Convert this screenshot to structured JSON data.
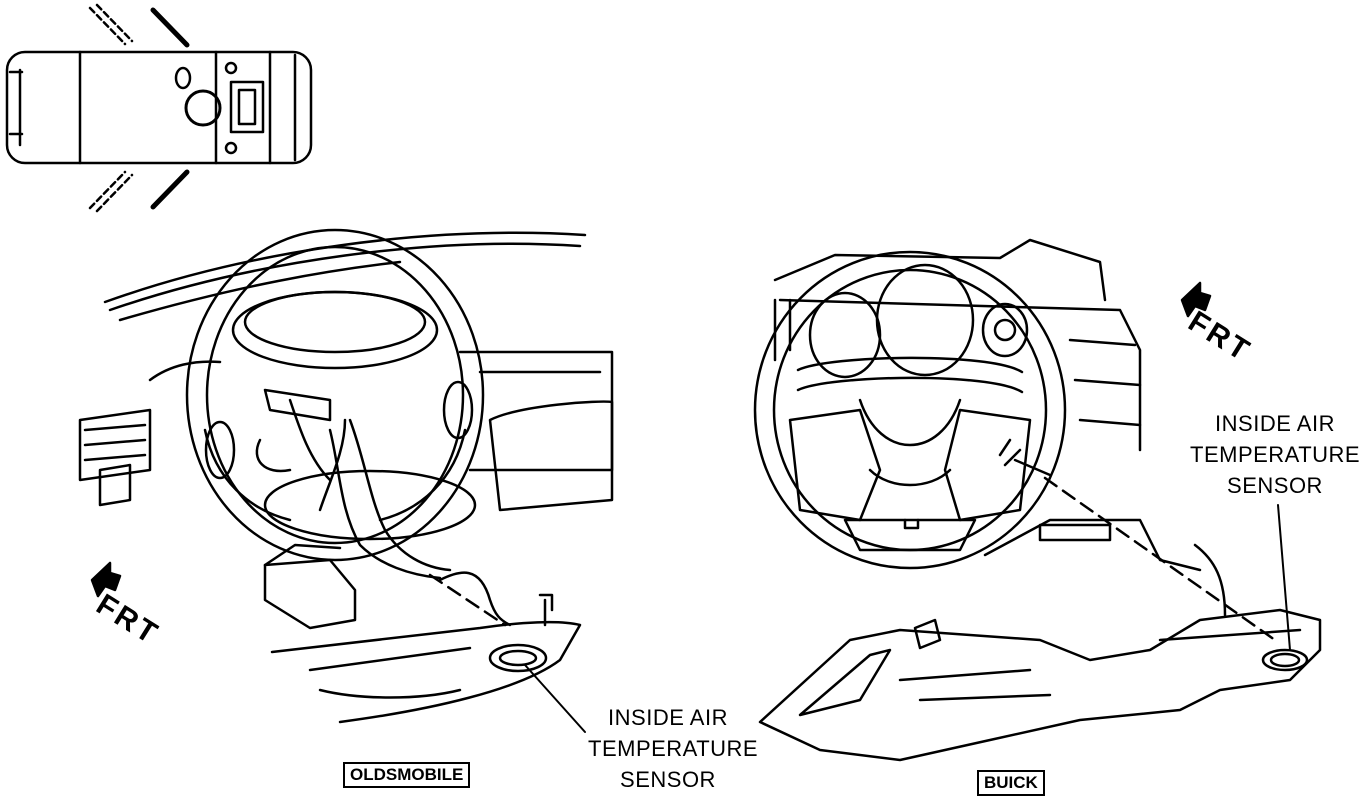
{
  "labels": {
    "left_callout": [
      "INSIDE AIR",
      "TEMPERATURE",
      "SENSOR"
    ],
    "right_callout": [
      "INSIDE AIR",
      "TEMPERATURE",
      "SENSOR"
    ],
    "left_frt": "FRT",
    "right_frt": "FRT",
    "left_caption": "OLDSMOBILE",
    "right_caption": "BUICK"
  }
}
